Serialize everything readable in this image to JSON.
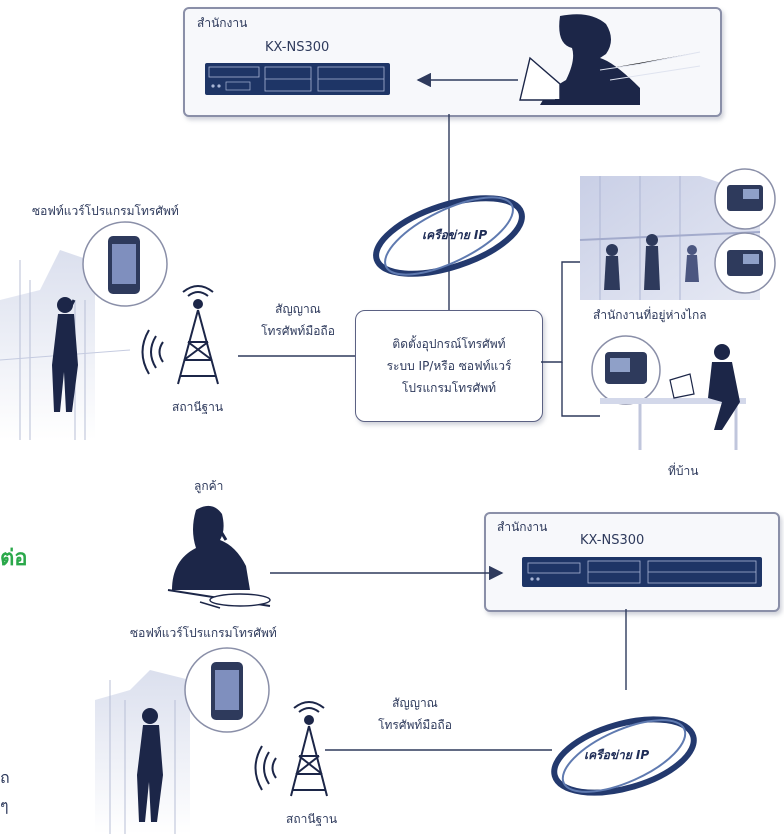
{
  "top": {
    "office_label": "สำนักงาน",
    "model": "KX-NS300",
    "softphone_label": "ซอฟท์แวร์โปรแกรมโทรศัพท์",
    "signal_label_line1": "สัญญาณ",
    "signal_label_line2": "โทรศัพท์มือถือ",
    "base_station_label": "สถานีฐาน",
    "ip_network_label": "เครือข่าย IP",
    "device_box_line1": "ติดตั้งอุปกรณ์โทรศัพท์",
    "device_box_line2": "ระบบ IP/หรือ ซอฟท์แวร์",
    "device_box_line3": "โปรแกรมโทรศัพท์",
    "remote_office_label": "สำนักงานที่อยู่ห่างไกล",
    "home_label": "ที่บ้าน"
  },
  "bottom": {
    "customer_label": "ลูกค้า",
    "softphone_label": "ซอฟท์แวร์โปรแกรมโทรศัพท์",
    "office_label": "สำนักงาน",
    "model": "KX-NS300",
    "signal_label_line1": "สัญญาณ",
    "signal_label_line2": "โทรศัพท์มือถือ",
    "ip_network_label": "เครือข่าย IP",
    "base_station_label": "สถานีฐาน"
  },
  "fragments": {
    "heading_partial": "ต่อ",
    "text_partial_1": "ถ",
    "text_partial_2": "ๆ"
  },
  "colors": {
    "line": "#2e3a5c",
    "box_border": "#8a8fa8",
    "ip_ring": "#23396e",
    "accent_green": "#2aa84a",
    "device_panel": "#1e3566"
  },
  "icons": [
    "pbx-unit-icon",
    "person-laptop-icon",
    "smartphone-icon",
    "cell-tower-icon",
    "signal-waves-icon",
    "person-phone-icon",
    "office-scene-icon",
    "desk-phone-icon",
    "customer-headset-icon",
    "arrow-icon"
  ]
}
